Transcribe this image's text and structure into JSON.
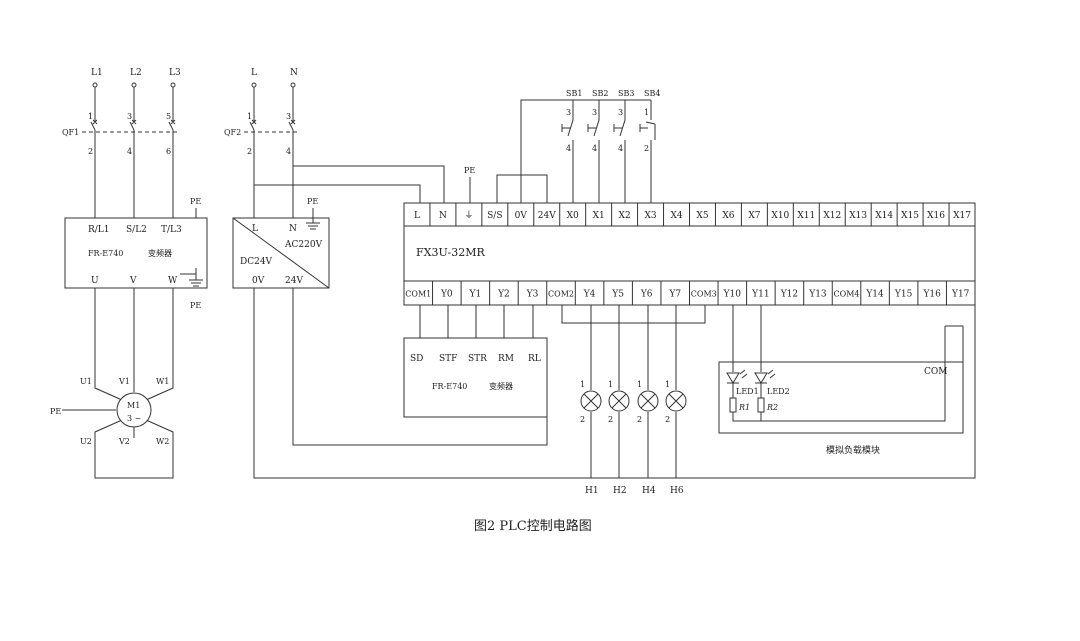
{
  "caption": "图2  PLC控制电路图",
  "supply3": [
    "L1",
    "L2",
    "L3"
  ],
  "qf1": {
    "label": "QF1",
    "top": [
      "1",
      "3",
      "5"
    ],
    "bottom": [
      "2",
      "4",
      "6"
    ]
  },
  "supply1": [
    "L",
    "N"
  ],
  "qf2": {
    "label": "QF2",
    "top": [
      "1",
      "3"
    ],
    "bottom": [
      "2",
      "4"
    ]
  },
  "pe": "PE",
  "vfd_main": {
    "inputs": [
      "R/L1",
      "S/L2",
      "T/L3"
    ],
    "model": "FR-E740",
    "name": "变频器",
    "outputs": [
      "U",
      "V",
      "W"
    ]
  },
  "motor": {
    "label": "M1",
    "spec": "3 ~",
    "terminals": [
      "U1",
      "V1",
      "W1",
      "U2",
      "V2",
      "W2"
    ]
  },
  "psu": {
    "l": "L",
    "n": "N",
    "ac": "AC220V",
    "dc": "DC24V",
    "out0": "0V",
    "out24": "24V"
  },
  "switches": {
    "labels": [
      "SB1",
      "SB2",
      "SB3",
      "SB4"
    ],
    "top": [
      "3",
      "3",
      "3",
      "1"
    ],
    "bottom": [
      "4",
      "4",
      "4",
      "2"
    ]
  },
  "plc": {
    "model": "FX3U-32MR",
    "inputs": [
      "L",
      "N",
      "⏚",
      "S/S",
      "0V",
      "24V",
      "X0",
      "X1",
      "X2",
      "X3",
      "X4",
      "X5",
      "X6",
      "X7",
      "X10",
      "X11",
      "X12",
      "X13",
      "X14",
      "X15",
      "X16",
      "X17"
    ],
    "outputs": [
      "COM1",
      "Y0",
      "Y1",
      "Y2",
      "Y3",
      "COM2",
      "Y4",
      "Y5",
      "Y6",
      "Y7",
      "COM3",
      "Y10",
      "Y11",
      "Y12",
      "Y13",
      "COM4",
      "Y14",
      "Y15",
      "Y16",
      "Y17"
    ]
  },
  "vfd_ctrl": {
    "terminals": [
      "SD",
      "STF",
      "STR",
      "RM",
      "RL"
    ],
    "model": "FR-E740",
    "name": "变频器"
  },
  "lamps": {
    "labels": [
      "H1",
      "H2",
      "H4",
      "H6"
    ],
    "top": "1",
    "bottom": "2"
  },
  "load_module": {
    "name": "模拟负载模块",
    "com": "COM",
    "led1": "LED1",
    "led2": "LED2",
    "r1": "R1",
    "r2": "R2"
  }
}
